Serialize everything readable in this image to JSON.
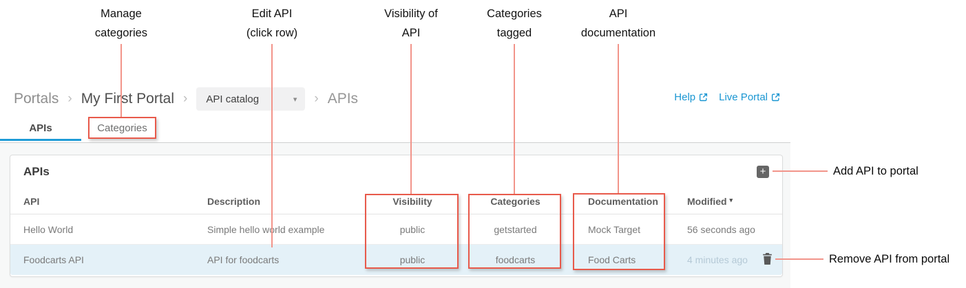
{
  "colors": {
    "annotation_box_red": "#e8594a",
    "annotation_line_red": "#f2948a",
    "tab_accent_blue": "#1e9cd7",
    "link_blue": "#1a96d2",
    "row_highlight_blue": "#e4f1f8",
    "add_button_gray": "#666666"
  },
  "icons": {
    "chevron": "›",
    "caret": "▾",
    "plus": "+",
    "sort_desc": "▾"
  },
  "annotations": {
    "callouts": [
      {
        "label": "Manage categories",
        "lines": [
          "Manage",
          "categories"
        ]
      },
      {
        "label": "Edit API (click row)",
        "lines": [
          "Edit API",
          "(click row)"
        ]
      },
      {
        "label": "Visibility of API",
        "lines": [
          "Visibility of",
          "API"
        ]
      },
      {
        "label": "Categories tagged",
        "lines": [
          "Categories",
          "tagged"
        ]
      },
      {
        "label": "API documentation",
        "lines": [
          "API",
          "documentation"
        ]
      }
    ],
    "add_api_label": "Add API to portal",
    "remove_api_label": "Remove API from portal"
  },
  "breadcrumb": {
    "root": "Portals",
    "portal": "My First Portal",
    "dropdown_value": "API catalog",
    "current": "APIs"
  },
  "header_links": {
    "help": "Help",
    "live_portal": "Live Portal"
  },
  "tabs": [
    {
      "label": "APIs",
      "active": true
    },
    {
      "label": "Categories",
      "active": false
    }
  ],
  "panel": {
    "title": "APIs",
    "table": {
      "columns": [
        "API",
        "Description",
        "Visibility",
        "Categories",
        "Documentation",
        "Modified"
      ],
      "rows": [
        {
          "api": "Hello World",
          "description": "Simple hello world example",
          "visibility": "public",
          "categories": "getstarted",
          "documentation": "Mock Target",
          "modified": "56 seconds ago",
          "highlighted": false
        },
        {
          "api": "Foodcarts API",
          "description": "API for foodcarts",
          "visibility": "public",
          "categories": "foodcarts",
          "documentation": "Food Carts",
          "modified": "4 minutes ago",
          "highlighted": true
        }
      ]
    }
  }
}
